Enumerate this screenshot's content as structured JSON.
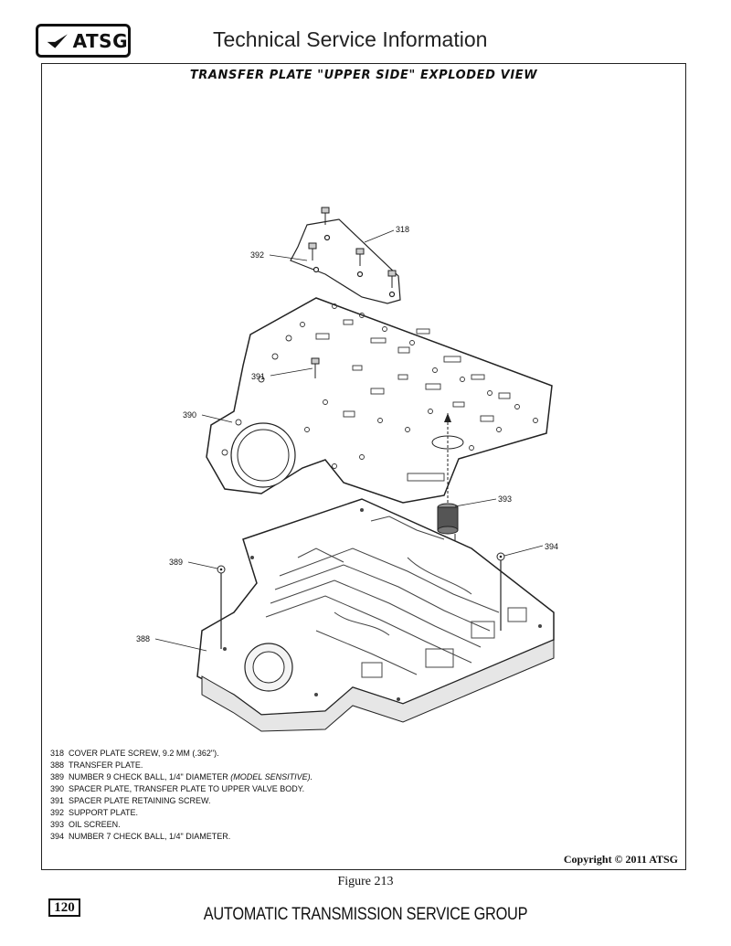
{
  "header": {
    "logo_text": "ATSG",
    "title": "Technical Service Information"
  },
  "figure": {
    "title": "TRANSFER PLATE \"UPPER SIDE\" EXPLODED VIEW",
    "callouts": [
      "318",
      "392",
      "391",
      "390",
      "393",
      "394",
      "389",
      "388"
    ],
    "legend": [
      {
        "num": "318",
        "text": "COVER PLATE SCREW, 9.2 MM (.362\").",
        "note": ""
      },
      {
        "num": "388",
        "text": "TRANSFER PLATE.",
        "note": ""
      },
      {
        "num": "389",
        "text": "NUMBER 9 CHECK BALL, 1/4\" DIAMETER",
        "note": "(MODEL SENSITIVE)."
      },
      {
        "num": "390",
        "text": "SPACER PLATE, TRANSFER PLATE TO UPPER VALVE BODY.",
        "note": ""
      },
      {
        "num": "391",
        "text": "SPACER PLATE RETAINING SCREW.",
        "note": ""
      },
      {
        "num": "392",
        "text": "SUPPORT PLATE.",
        "note": ""
      },
      {
        "num": "393",
        "text": "OIL SCREEN.",
        "note": ""
      },
      {
        "num": "394",
        "text": "NUMBER 7 CHECK BALL, 1/4\" DIAMETER.",
        "note": ""
      }
    ],
    "copyright": "Copyright © 2011 ATSG",
    "label": "Figure 213"
  },
  "footer": {
    "page_number": "120",
    "title": "AUTOMATIC TRANSMISSION SERVICE GROUP"
  }
}
